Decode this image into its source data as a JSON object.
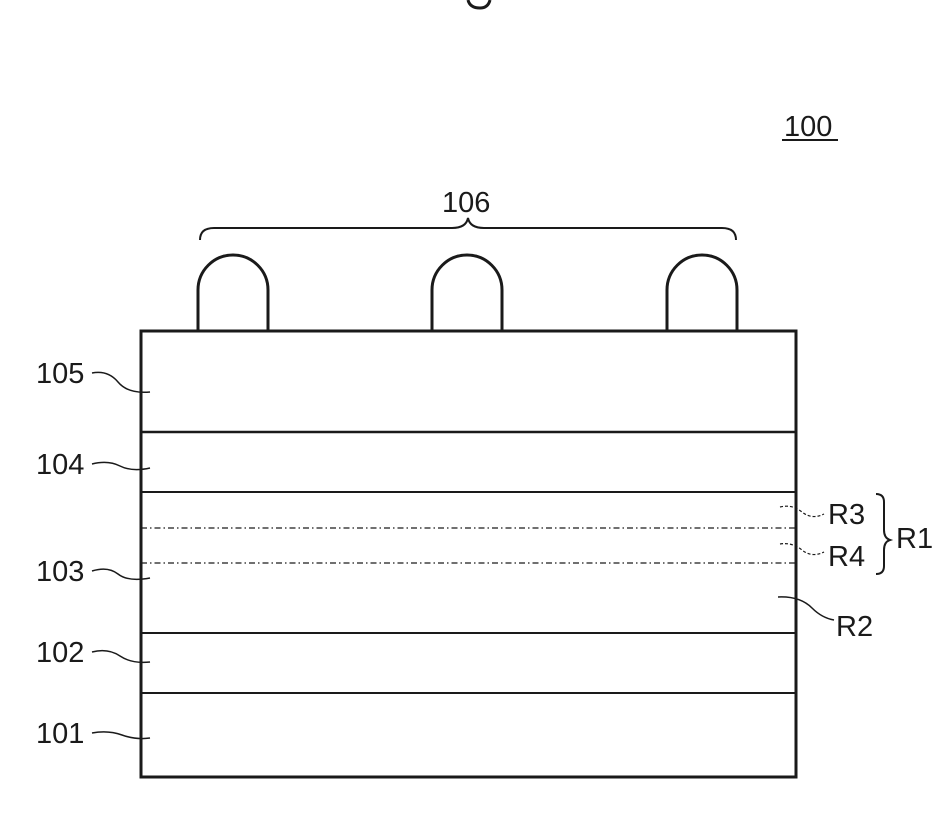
{
  "diagram": {
    "figure_ref": "100",
    "bumps_label": "106",
    "layers": [
      {
        "id": "105",
        "name": "layer-105"
      },
      {
        "id": "104",
        "name": "layer-104"
      },
      {
        "id": "103",
        "name": "layer-103"
      },
      {
        "id": "102",
        "name": "layer-102"
      },
      {
        "id": "101",
        "name": "layer-101"
      }
    ],
    "regions": {
      "r1": "R1",
      "r2": "R2",
      "r3": "R3",
      "r4": "R4"
    }
  }
}
